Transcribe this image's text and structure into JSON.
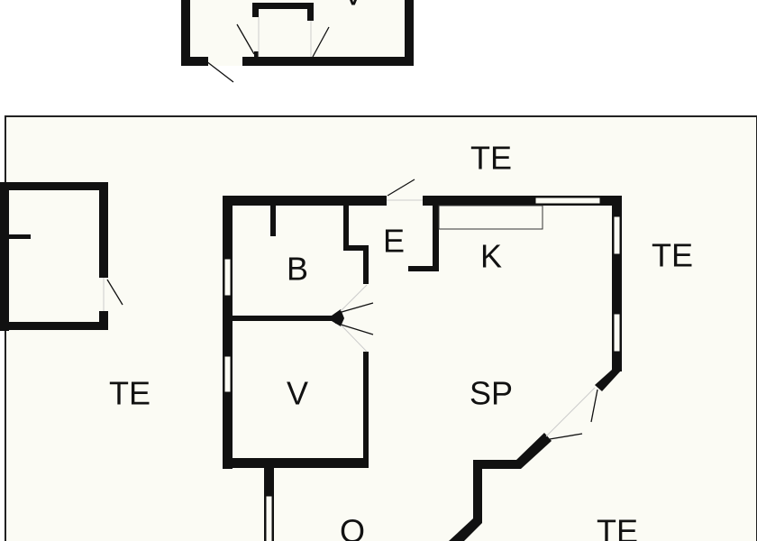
{
  "colors": {
    "wall": "#111111",
    "floor": "#fbfbf4",
    "background": "#ffffff"
  },
  "labels": {
    "top_building_room": "V",
    "terrace_top": "TE",
    "terrace_right": "TE",
    "terrace_left": "TE",
    "terrace_bottom": "TE",
    "bathroom": "B",
    "bedroom": "V",
    "entrance": "E",
    "kitchen": "K",
    "living": "SP",
    "other": "O"
  }
}
